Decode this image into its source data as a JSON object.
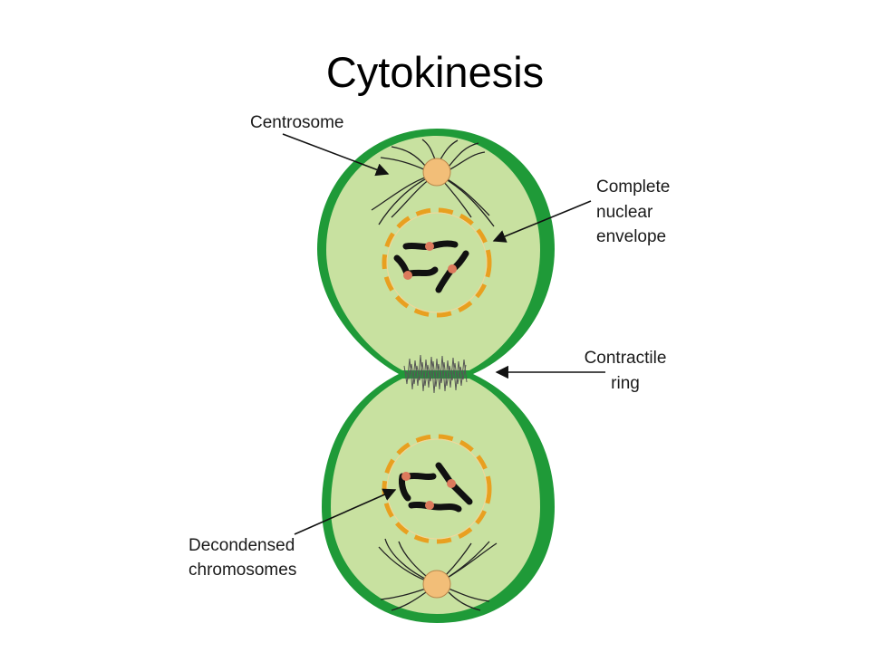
{
  "slide": {
    "title": "Cytokinesis"
  },
  "labels": {
    "centrosome": "Centrosome",
    "nuclear_envelope": [
      "Complete",
      "nuclear",
      "envelope"
    ],
    "contractile_ring": [
      "Contractile",
      "ring"
    ],
    "chromosomes": [
      "Decondensed",
      "chromosomes"
    ]
  },
  "colors": {
    "cell_wall": "#1f9a38",
    "cytoplasm": "#c8e1a0",
    "nuclear_envelope": "#e8a020",
    "centrosome": "#f2be78",
    "centromere": "#dc7a5c",
    "chromosome": "#111111"
  }
}
